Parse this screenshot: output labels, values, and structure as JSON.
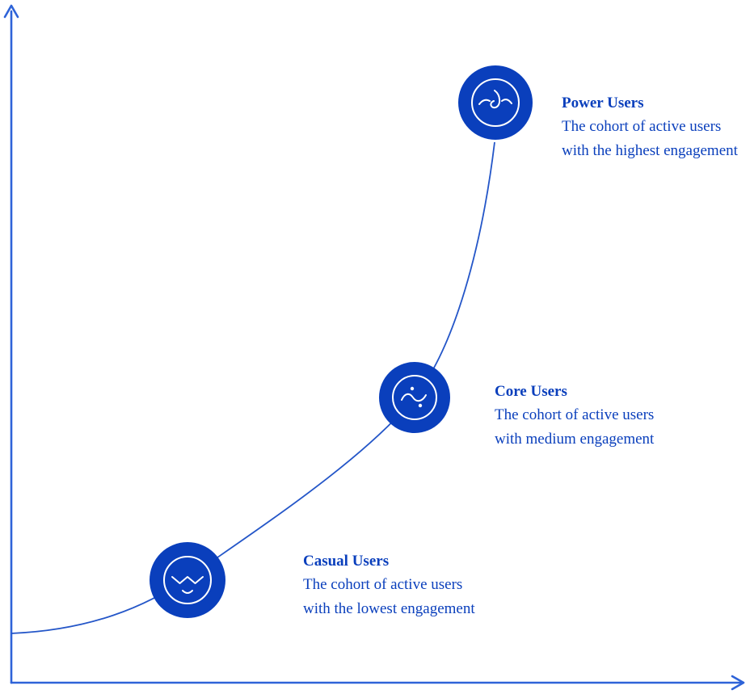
{
  "title": "User engagement cohorts growth-curve diagram",
  "colors": {
    "accent": "#0a3fbc",
    "curve": "#2456c8",
    "axis": "#2e63d8",
    "label": "#0a3fbc",
    "bg": "#ffffff"
  },
  "axes": {
    "y_axis_icon": "up-arrow-icon",
    "x_axis_icon": "right-arrow-icon"
  },
  "cohorts": [
    {
      "name": "Casual Users",
      "description": "The cohort of active users with the lowest engagement",
      "icon": "relaxed-face-icon"
    },
    {
      "name": "Core Users",
      "description": "The cohort of active users with medium engagement",
      "icon": "content-face-icon"
    },
    {
      "name": "Power Users",
      "description": "The cohort of active users with the highest engagement",
      "icon": "energized-face-icon"
    }
  ]
}
